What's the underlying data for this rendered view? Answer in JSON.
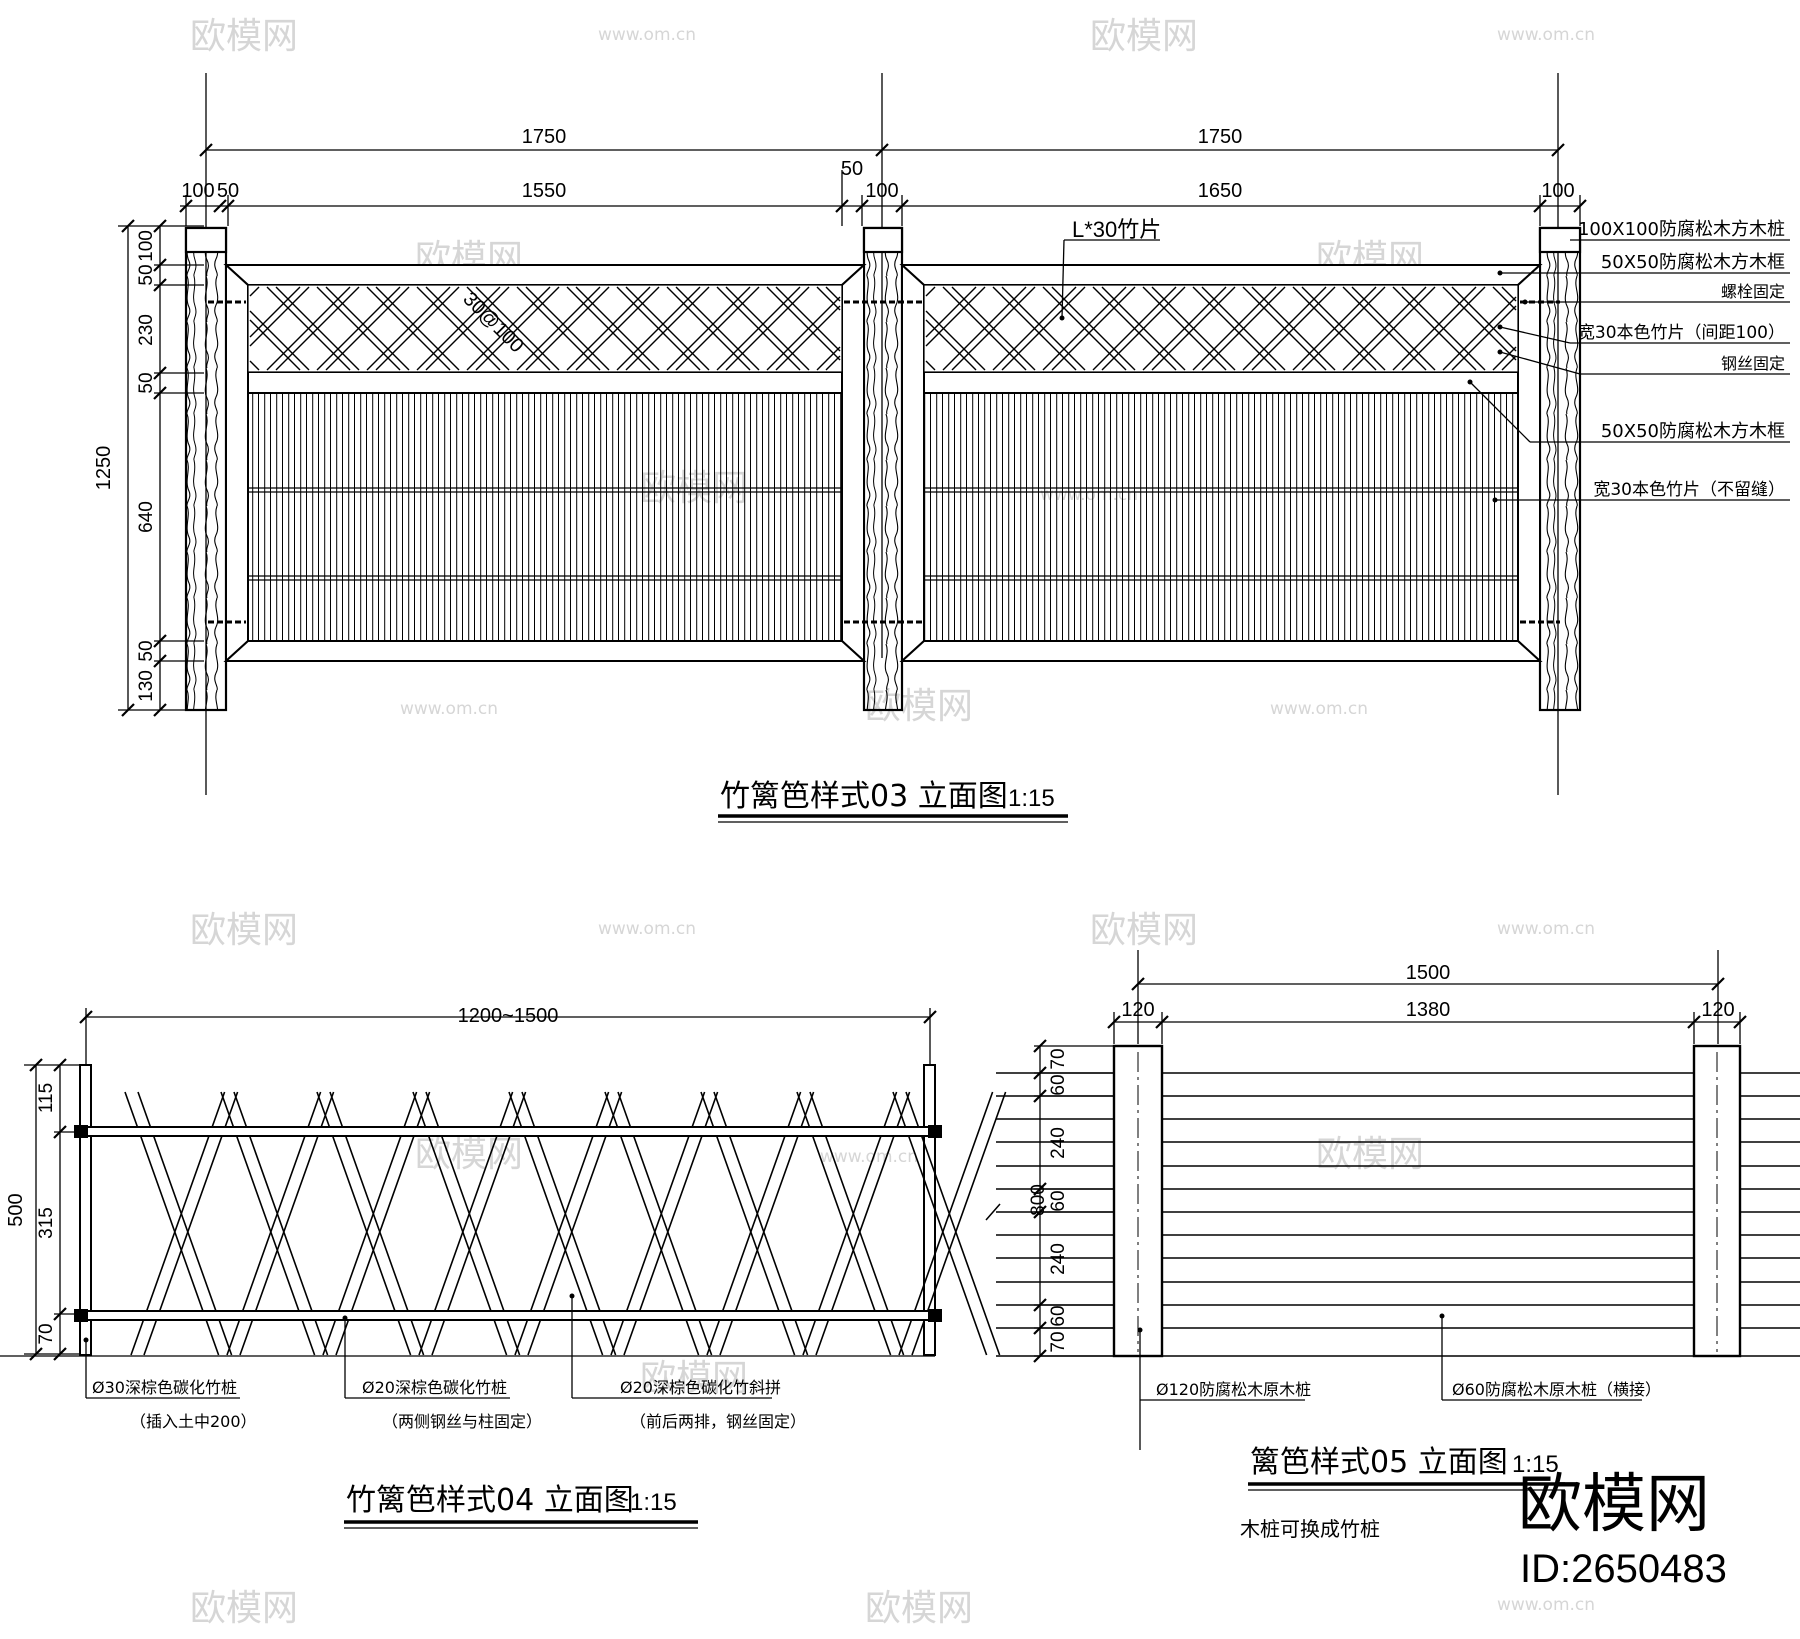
{
  "watermark": {
    "brand": "欧模网",
    "url": "www.om.cn"
  },
  "brand_stamp": {
    "name": "欧模网",
    "id": "ID:2650483"
  },
  "style03": {
    "title": "竹篱笆样式03 立面图",
    "scale": "1:15",
    "dims_top": {
      "left_total": "1750",
      "right_total": "1750",
      "left_post": "100",
      "left_gap": "50",
      "left_span": "1550",
      "mid_gap": "50",
      "mid_post": "100",
      "right_span": "1650",
      "right_post": "100"
    },
    "dims_left": {
      "total": "1250",
      "d1": "100",
      "d2": "50",
      "d3": "230",
      "d4": "50",
      "d5": "640",
      "d6": "50",
      "d7": "130"
    },
    "panel_callout": "L*30竹片",
    "diag_dim": "30@100",
    "notes": [
      "100X100防腐松木方木桩",
      "50X50防腐松木方木框",
      "螺栓固定",
      "宽30本色竹片（间距100）",
      "钢丝固定",
      "50X50防腐松木方木框",
      "宽30本色竹片（不留缝）"
    ]
  },
  "style04": {
    "title": "竹篱笆样式04 立面图",
    "scale": "1:15",
    "dim_top": "1200~1500",
    "dims_left": {
      "total": "500",
      "d1": "115",
      "d2": "315",
      "d3": "70"
    },
    "notes": [
      {
        "line1": "Ø30深棕色碳化竹桩",
        "line2": "（插入土中200）"
      },
      {
        "line1": "Ø20深棕色碳化竹桩",
        "line2": "（两侧钢丝与柱固定）"
      },
      {
        "line1": "Ø20深棕色碳化竹斜拼",
        "line2": "（前后两排，钢丝固定）"
      }
    ]
  },
  "style05": {
    "title": "篱笆样式05 立面图",
    "scale": "1:15",
    "subnote": "木桩可换成竹桩",
    "dims_top": {
      "total": "1500",
      "left_post": "120",
      "span": "1380",
      "right_post": "120"
    },
    "dims_left": {
      "total": "800",
      "d1": "70",
      "d2": "60",
      "d3": "240",
      "d4": "60",
      "d5": "240",
      "d6": "60",
      "d7": "70"
    },
    "notes": [
      "Ø120防腐松木原木桩",
      "Ø60防腐松木原木桩（横接）"
    ]
  }
}
